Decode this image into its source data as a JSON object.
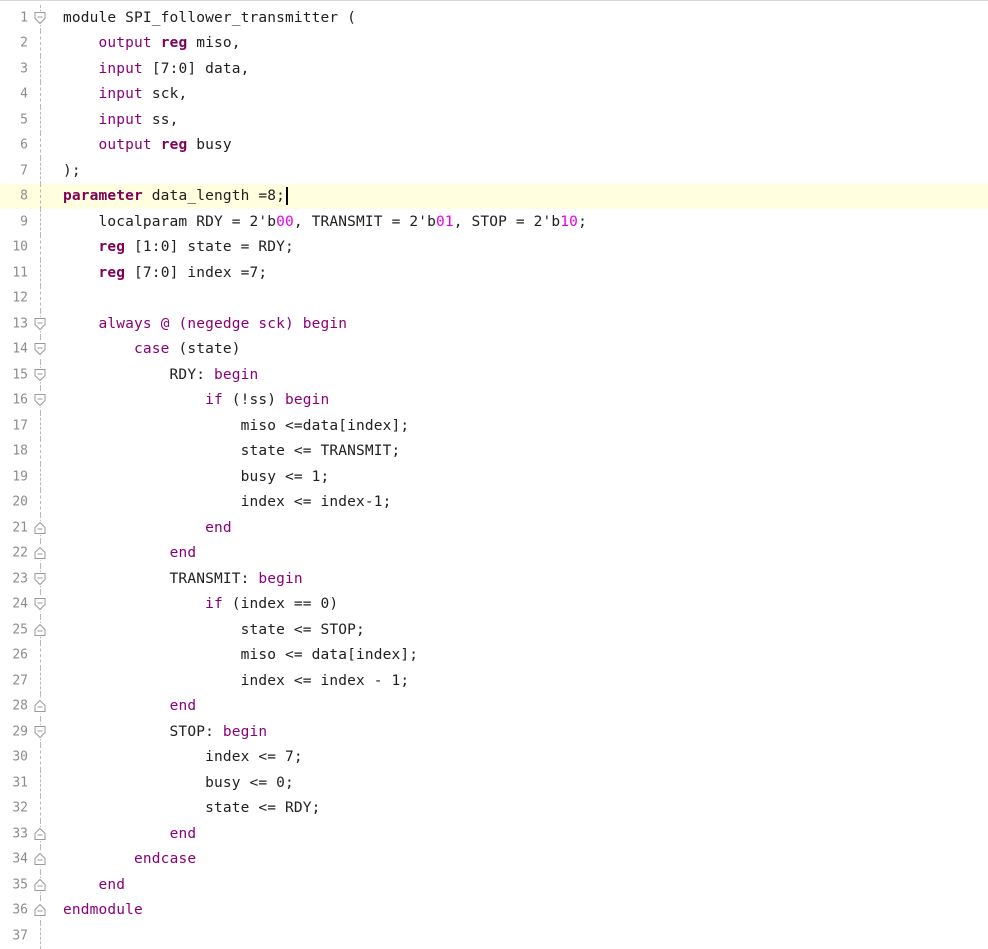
{
  "editor": {
    "current_line": 8,
    "lines": [
      {
        "n": "1",
        "fold": "open",
        "tokens": [
          {
            "t": "module SPI_follower_transmitter ("
          }
        ]
      },
      {
        "n": "2",
        "fold": "guide",
        "tokens": [
          {
            "t": "    "
          },
          {
            "t": "output",
            "c": "kp"
          },
          {
            "t": " "
          },
          {
            "t": "reg",
            "c": "kw"
          },
          {
            "t": " miso,"
          }
        ]
      },
      {
        "n": "3",
        "fold": "guide",
        "tokens": [
          {
            "t": "    "
          },
          {
            "t": "input",
            "c": "kp"
          },
          {
            "t": " [7:0] data,"
          }
        ]
      },
      {
        "n": "4",
        "fold": "guide",
        "tokens": [
          {
            "t": "    "
          },
          {
            "t": "input",
            "c": "kp"
          },
          {
            "t": " sck,"
          }
        ]
      },
      {
        "n": "5",
        "fold": "guide",
        "tokens": [
          {
            "t": "    "
          },
          {
            "t": "input",
            "c": "kp"
          },
          {
            "t": " ss,"
          }
        ]
      },
      {
        "n": "6",
        "fold": "guide",
        "tokens": [
          {
            "t": "    "
          },
          {
            "t": "output",
            "c": "kp"
          },
          {
            "t": " "
          },
          {
            "t": "reg",
            "c": "kw"
          },
          {
            "t": " busy"
          }
        ]
      },
      {
        "n": "7",
        "fold": "guide",
        "tokens": [
          {
            "t": ");"
          }
        ]
      },
      {
        "n": "8",
        "fold": "guide",
        "tokens": [
          {
            "t": "parameter",
            "c": "kw"
          },
          {
            "t": " data_length =8;"
          }
        ]
      },
      {
        "n": "9",
        "fold": "guide",
        "tokens": [
          {
            "t": "    localparam RDY = 2'b"
          },
          {
            "t": "00",
            "c": "num"
          },
          {
            "t": ", TRANSMIT = 2'b"
          },
          {
            "t": "01",
            "c": "num"
          },
          {
            "t": ", STOP = 2'b"
          },
          {
            "t": "10",
            "c": "num"
          },
          {
            "t": ";"
          }
        ]
      },
      {
        "n": "10",
        "fold": "guide",
        "tokens": [
          {
            "t": "    "
          },
          {
            "t": "reg",
            "c": "kw"
          },
          {
            "t": " [1:0] state = RDY;"
          }
        ]
      },
      {
        "n": "11",
        "fold": "guide",
        "tokens": [
          {
            "t": "    "
          },
          {
            "t": "reg",
            "c": "kw"
          },
          {
            "t": " [7:0] index =7;"
          }
        ]
      },
      {
        "n": "12",
        "fold": "guide",
        "tokens": [
          {
            "t": ""
          }
        ]
      },
      {
        "n": "13",
        "fold": "open",
        "tokens": [
          {
            "t": "    "
          },
          {
            "t": "always @ (negedge sck) begin",
            "c": "kp"
          }
        ]
      },
      {
        "n": "14",
        "fold": "open",
        "tokens": [
          {
            "t": "        "
          },
          {
            "t": "case",
            "c": "kp"
          },
          {
            "t": " (state)"
          }
        ]
      },
      {
        "n": "15",
        "fold": "open",
        "tokens": [
          {
            "t": "            RDY: "
          },
          {
            "t": "begin",
            "c": "kp"
          }
        ]
      },
      {
        "n": "16",
        "fold": "open",
        "tokens": [
          {
            "t": "                "
          },
          {
            "t": "if",
            "c": "kp"
          },
          {
            "t": " (!ss) "
          },
          {
            "t": "begin",
            "c": "kp"
          }
        ]
      },
      {
        "n": "17",
        "fold": "guide",
        "tokens": [
          {
            "t": "                    miso <=data[index];"
          }
        ]
      },
      {
        "n": "18",
        "fold": "guide",
        "tokens": [
          {
            "t": "                    state <= TRANSMIT;"
          }
        ]
      },
      {
        "n": "19",
        "fold": "guide",
        "tokens": [
          {
            "t": "                    busy <= 1;"
          }
        ]
      },
      {
        "n": "20",
        "fold": "guide",
        "tokens": [
          {
            "t": "                    index <= index-1;"
          }
        ]
      },
      {
        "n": "21",
        "fold": "close",
        "tokens": [
          {
            "t": "                "
          },
          {
            "t": "end",
            "c": "kp"
          }
        ]
      },
      {
        "n": "22",
        "fold": "close",
        "tokens": [
          {
            "t": "            "
          },
          {
            "t": "end",
            "c": "kp"
          }
        ]
      },
      {
        "n": "23",
        "fold": "open",
        "tokens": [
          {
            "t": "            TRANSMIT: "
          },
          {
            "t": "begin",
            "c": "kp"
          }
        ]
      },
      {
        "n": "24",
        "fold": "open",
        "tokens": [
          {
            "t": "                "
          },
          {
            "t": "if",
            "c": "kp"
          },
          {
            "t": " (index == 0)"
          }
        ]
      },
      {
        "n": "25",
        "fold": "close",
        "tokens": [
          {
            "t": "                    state <= STOP;"
          }
        ]
      },
      {
        "n": "26",
        "fold": "guide",
        "tokens": [
          {
            "t": "                    miso <= data[index];"
          }
        ]
      },
      {
        "n": "27",
        "fold": "guide",
        "tokens": [
          {
            "t": "                    index <= index - 1;"
          }
        ]
      },
      {
        "n": "28",
        "fold": "close",
        "tokens": [
          {
            "t": "            "
          },
          {
            "t": "end",
            "c": "kp"
          }
        ]
      },
      {
        "n": "29",
        "fold": "open",
        "tokens": [
          {
            "t": "            STOP: "
          },
          {
            "t": "begin",
            "c": "kp"
          }
        ]
      },
      {
        "n": "30",
        "fold": "guide",
        "tokens": [
          {
            "t": "                index <= 7;"
          }
        ]
      },
      {
        "n": "31",
        "fold": "guide",
        "tokens": [
          {
            "t": "                busy <= 0;"
          }
        ]
      },
      {
        "n": "32",
        "fold": "guide",
        "tokens": [
          {
            "t": "                state <= RDY;"
          }
        ]
      },
      {
        "n": "33",
        "fold": "close",
        "tokens": [
          {
            "t": "            "
          },
          {
            "t": "end",
            "c": "kp"
          }
        ]
      },
      {
        "n": "34",
        "fold": "close",
        "tokens": [
          {
            "t": "        "
          },
          {
            "t": "endcase",
            "c": "kp"
          }
        ]
      },
      {
        "n": "35",
        "fold": "close",
        "tokens": [
          {
            "t": "    "
          },
          {
            "t": "end",
            "c": "kp"
          }
        ]
      },
      {
        "n": "36",
        "fold": "close",
        "tokens": [
          {
            "t": "endmodule",
            "c": "kp"
          }
        ]
      },
      {
        "n": "37",
        "fold": "guide",
        "tokens": [
          {
            "t": ""
          }
        ]
      }
    ]
  },
  "colors": {
    "keyword_bold": "#7f0055",
    "keyword": "#8a0078",
    "number": "#e600e6",
    "current_line_bg": "#ffffe0",
    "gutter_text": "#8c8c8c"
  },
  "icons": {
    "fold_open": "fold-collapse-icon",
    "fold_close": "fold-end-icon"
  }
}
